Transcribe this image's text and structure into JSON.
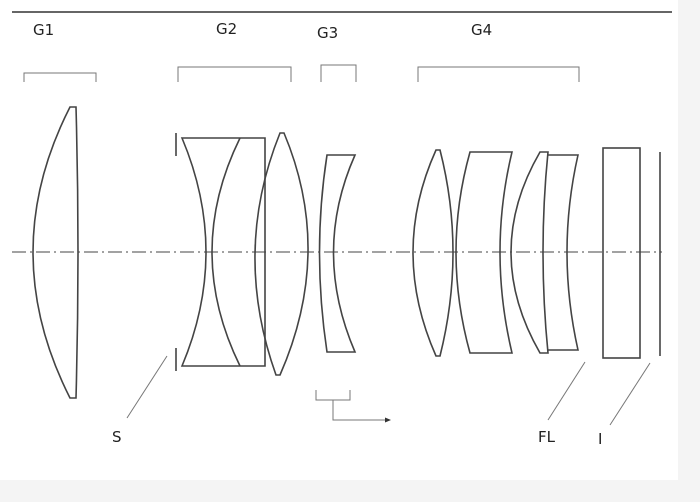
{
  "groups": {
    "g1": "G1",
    "g2": "G2",
    "g3": "G3",
    "g4": "G4"
  },
  "callouts": {
    "stop": "S",
    "filter": "FL",
    "image_plane": "I"
  }
}
